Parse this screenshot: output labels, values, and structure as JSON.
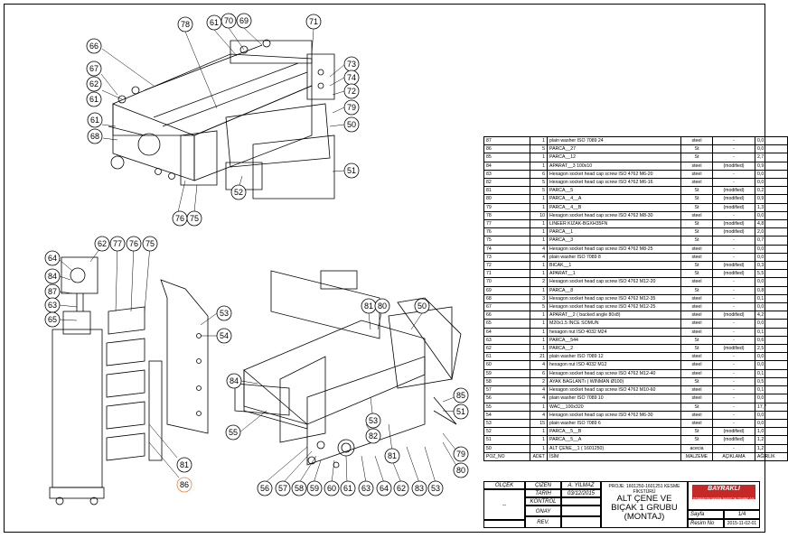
{
  "balloons": {
    "b1": [
      "78",
      "61",
      "70",
      "69",
      "71",
      "66",
      "67",
      "62",
      "61",
      "73",
      "74",
      "72",
      "61",
      "68",
      "79",
      "50",
      "51",
      "76",
      "75",
      "52"
    ],
    "b2": [
      "62",
      "77",
      "76",
      "75",
      "64",
      "84",
      "87",
      "63",
      "65",
      "53",
      "54",
      "81",
      "86"
    ],
    "b3": [
      "81",
      "80",
      "50",
      "84",
      "55",
      "53",
      "82",
      "81",
      "85",
      "51",
      "79",
      "80",
      "56",
      "57",
      "58",
      "59",
      "60",
      "61",
      "63",
      "64",
      "62",
      "83",
      "53"
    ]
  },
  "bom": {
    "rows": [
      [
        "87",
        "1",
        "plain washer ISO 7089 24",
        "steel",
        "-",
        "0,0"
      ],
      [
        "86",
        "5",
        "PARCA__27",
        "St",
        "-",
        "0,0"
      ],
      [
        "85",
        "1",
        "PARCA__12",
        "St",
        "-",
        "2,7"
      ],
      [
        "84",
        "1",
        "APARAT__3 100x10",
        "steel",
        "(modified)",
        "0,9"
      ],
      [
        "83",
        "6",
        "Hexagon socket head cap screw ISO 4762 M6-20",
        "steel",
        "-",
        "0,0"
      ],
      [
        "82",
        "5",
        "Hexagon socket head cap screw ISO 4762 M6-16",
        "steel",
        "-",
        "0,0"
      ],
      [
        "81",
        "5",
        "PARCA__5",
        "St",
        "(modified)",
        "0,2"
      ],
      [
        "80",
        "1",
        "PARCA__4__A",
        "St",
        "(modified)",
        "0,9"
      ],
      [
        "79",
        "1",
        "PARCA__4__B",
        "St",
        "(modified)",
        "1,3"
      ],
      [
        "78",
        "10",
        "Hexagon socket head cap screw ISO 4762 M8-30",
        "steel",
        "-",
        "0,0"
      ],
      [
        "77",
        "1",
        "LINEER KIZAK-BGXH35FN",
        "St",
        "(modified)",
        "4,8"
      ],
      [
        "76",
        "1",
        "PARCA__1",
        "St",
        "(modified)",
        "2,0"
      ],
      [
        "75",
        "1",
        "PARCA__3",
        "St",
        "-",
        "0,7"
      ],
      [
        "74",
        "4",
        "Hexagon socket head cap screw ISO 4762 M8-25",
        "steel",
        "-",
        "0,0"
      ],
      [
        "73",
        "4",
        "plain washer ISO 7089 8",
        "steel",
        "-",
        "0,0"
      ],
      [
        "72",
        "1",
        "BICAK__1",
        "St",
        "(modified)",
        "0,3"
      ],
      [
        "71",
        "1",
        "APARAT__1",
        "St",
        "(modified)",
        "5,5"
      ],
      [
        "70",
        "2",
        "Hexagon socket head cap screw ISO 4762 M12-20",
        "steel",
        "-",
        "0,0"
      ],
      [
        "69",
        "1",
        "PARCA__8",
        "St",
        "-",
        "0,8"
      ],
      [
        "68",
        "3",
        "Hexagon socket head cap screw ISO 4762 M12-35",
        "steel",
        "-",
        "0,1"
      ],
      [
        "67",
        "5",
        "Hexagon socket head cap screw ISO 4762 M12-25",
        "steel",
        "-",
        "0,0"
      ],
      [
        "66",
        "1",
        "APARAT__2  ( backed angle 80x8)",
        "steel",
        "(modified)",
        "4,2"
      ],
      [
        "65",
        "1",
        "M20x1.5 İNCE SOMUN",
        "steel",
        "-",
        "0,0"
      ],
      [
        "64",
        "1",
        "hexagon nut ISO 4032 M24",
        "steel",
        "-",
        "0,1"
      ],
      [
        "63",
        "1",
        "PARCA__544",
        "St",
        "-",
        "0,6"
      ],
      [
        "62",
        "1",
        "PARCA__2",
        "St",
        "(modified)",
        "2,5"
      ],
      [
        "61",
        "21",
        "plain washer ISO 7089 12",
        "steel",
        "-",
        "0,0"
      ],
      [
        "60",
        "4",
        "hexagon nut ISO 4032 M12",
        "steel",
        "-",
        "0,0"
      ],
      [
        "59",
        "6",
        "Hexagon socket head cap screw ISO 4762 M12-40",
        "steel",
        "-",
        "0,1"
      ],
      [
        "58",
        "2",
        "AYAK BAGLANTı ( WINMAN Ø100)",
        "St",
        "-",
        "0,5"
      ],
      [
        "57",
        "4",
        "Hexagon socket head cap screw ISO 4762 M10-60",
        "steel",
        "-",
        "0,1"
      ],
      [
        "56",
        "4",
        "plain washer ISO 7089 10",
        "steel",
        "-",
        "0,0"
      ],
      [
        "55",
        "1",
        "WAC__100x320",
        "St",
        "-",
        "17,7"
      ],
      [
        "54",
        "4",
        "Hexagon socket head cap screw ISO 4762 M6-30",
        "steel",
        "-",
        "0,0"
      ],
      [
        "53",
        "15",
        "plain washer ISO 7089 6",
        "steel",
        "-",
        "0,0"
      ],
      [
        "52",
        "1",
        "PARCA__5__B",
        "St",
        "(modified)",
        "1,0"
      ],
      [
        "51",
        "1",
        "PARCA__5__A",
        "St",
        "(modified)",
        "1,2"
      ],
      [
        "50",
        "1",
        "ALT ÇENE__1 ( 1601250)",
        "acecia",
        "-",
        "1,2"
      ]
    ],
    "header": [
      "POZ_NO",
      "ADET",
      "İSİM",
      "MALZEME",
      "AÇIKLAMA",
      "AĞIRLIK"
    ]
  },
  "title_block": {
    "olcek_label": "ÖLÇEK",
    "olcek_value": "--",
    "cizen_label": "ÇİZEN",
    "cizen_value": "A. YILMAZ",
    "tarih_label": "TARİH",
    "tarih_value": "03/12/2015",
    "kontrol_label": "KONTROL",
    "onay_label": "ONAY",
    "rev_label": "REV.",
    "project": "PROJE: 1601250-1601251 KESME FİKSTÜRÜ",
    "title_line1": "ALT ÇENE VE",
    "title_line2": "BIÇAK 1 GRUBU",
    "title_line3": "(MONTAJ)",
    "logo_text": "BAYRAKLI",
    "logo_sub": "OTOMASYON MAKİNE SANAYİ VE TİCARET A.Ş.",
    "sayfa_label": "Sayfa",
    "sayfa_value": "1/4",
    "resim_label": "Resim No",
    "resim_value": "2015-11-02-01"
  },
  "colors": {
    "line": "#000000",
    "highlight_balloon": "#e8823a",
    "logo_bg": "#c62828"
  }
}
